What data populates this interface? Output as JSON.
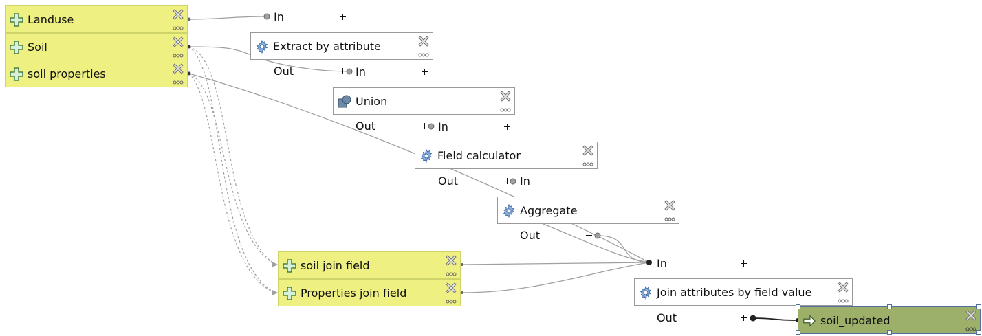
{
  "inputs": {
    "landuse": "Landuse",
    "soil": "Soil",
    "soil_properties": "soil properties",
    "soil_join_field": "soil join field",
    "properties_join_field": "Properties join field"
  },
  "algorithms": {
    "extract": "Extract by attribute",
    "union": "Union",
    "field_calc": "Field calculator",
    "aggregate": "Aggregate",
    "join": "Join attributes by field value"
  },
  "output": {
    "soil_updated": "soil_updated"
  },
  "ports": {
    "in": "In",
    "out": "Out"
  },
  "icons": {
    "input": "plus-icon",
    "algorithm": "gear-icon",
    "union": "union-icon",
    "output": "output-arrow-icon",
    "remove": "close-icon",
    "more": "more-icon"
  },
  "colors": {
    "input_fill": "#eef082",
    "output_fill": "#9cb06a",
    "algorithm_fill": "#ffffff",
    "wire": "#a0a0a0",
    "selection": "#4f6fa0"
  }
}
